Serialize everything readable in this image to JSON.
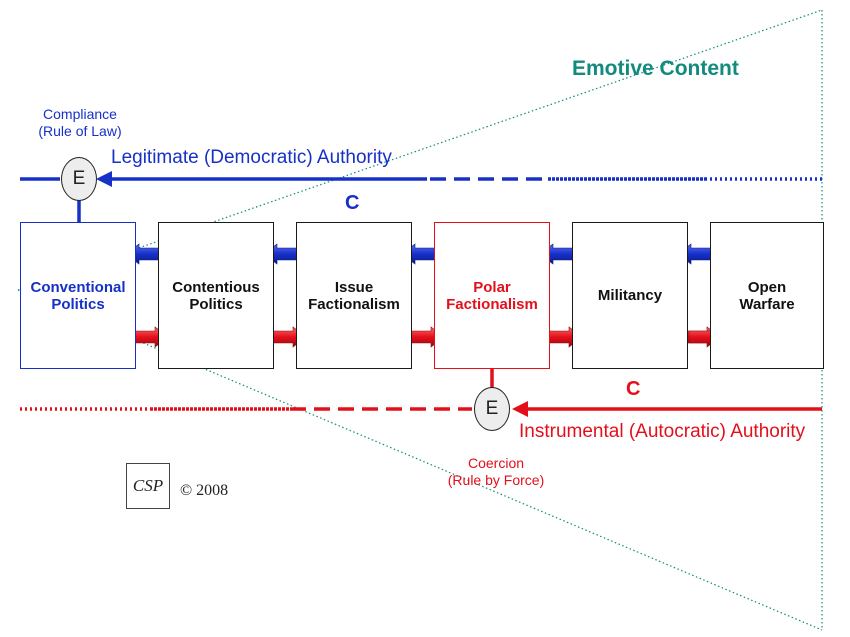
{
  "colors": {
    "blue": "#1630c8",
    "red": "#e3101b",
    "teal": "#138a7e",
    "dark": "#111111"
  },
  "emotive_label": "Emotive Content",
  "top": {
    "compliance_line1": "Compliance",
    "compliance_line2": "(Rule of Law)",
    "authority_label": "Legitimate (Democratic) Authority",
    "c_label": "C",
    "node_label": "E"
  },
  "bottom": {
    "coercion_line1": "Coercion",
    "coercion_line2": "(Rule by Force)",
    "authority_label": "Instrumental (Autocratic) Authority",
    "c_label": "C",
    "node_label": "E"
  },
  "stages": [
    {
      "line1": "Conventional",
      "line2": "Politics",
      "color": "#1630c8"
    },
    {
      "line1": "Contentious",
      "line2": "Politics",
      "color": "#111111"
    },
    {
      "line1": "Issue",
      "line2": "Factionalism",
      "color": "#111111"
    },
    {
      "line1": "Polar",
      "line2": "Factionalism",
      "color": "#e3101b"
    },
    {
      "line1": "Militancy",
      "line2": "",
      "color": "#111111"
    },
    {
      "line1": "Open",
      "line2": "Warfare",
      "color": "#111111"
    }
  ],
  "footer": {
    "logo_text": "CSP",
    "copyright": "© 2008"
  }
}
